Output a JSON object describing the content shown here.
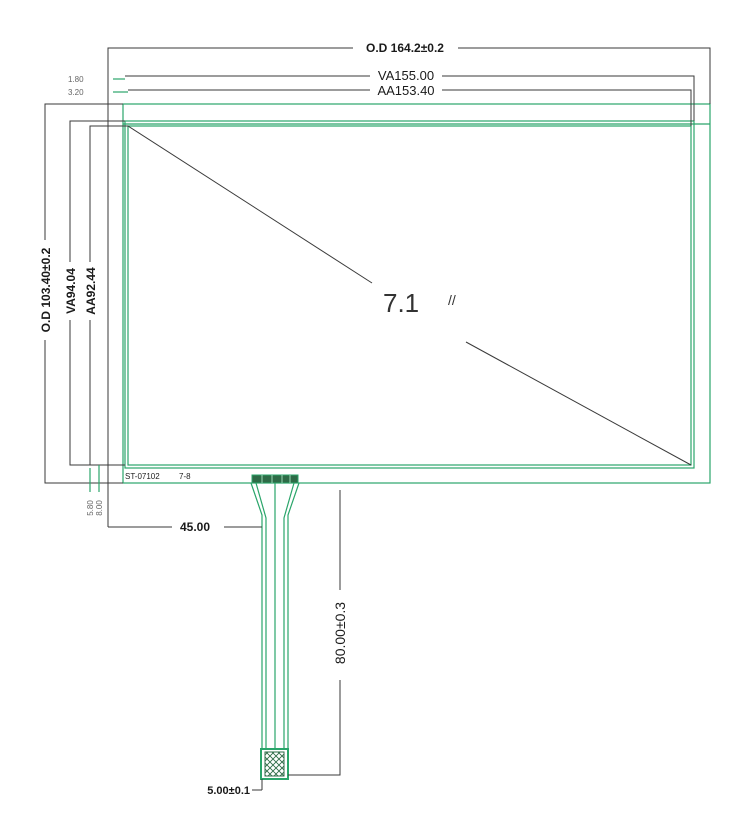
{
  "dimensions": {
    "od_width": "O.D 164.2±0.2",
    "va_width": "VA155.00",
    "aa_width": "AA153.40",
    "od_height": "O.D  103.40±0.2",
    "va_height": "VA94.04",
    "aa_height": "AA92.44",
    "margin_top_1": "1.80",
    "margin_top_2": "3.20",
    "margin_bottom_1": "5.80",
    "margin_bottom_2": "8.00",
    "tail_offset": "45.00",
    "tail_length": "80.00±0.3",
    "tail_width": "5.00±0.1"
  },
  "panel": {
    "diagonal": "7.1",
    "inch_mark": "//",
    "part_number": "ST-07102",
    "revision": "7-8"
  },
  "colors": {
    "outline": "#2aa56a",
    "dimension_line": "#3a3a3a"
  }
}
